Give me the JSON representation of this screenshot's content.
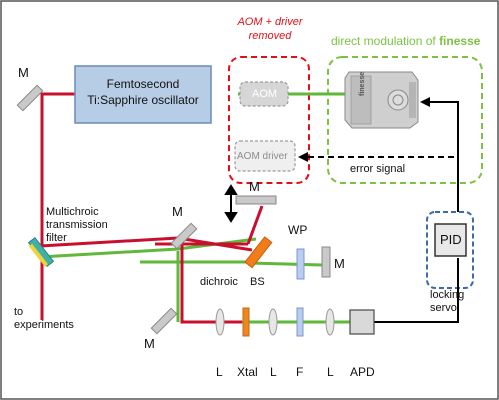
{
  "oscillator": {
    "line1": "Femtosecond",
    "line2": "Ti:Sapphire oscillator"
  },
  "removed_note": {
    "line1": "AOM + driver",
    "line2": "removed"
  },
  "direct_mod": {
    "prefix": "direct modulation of ",
    "brand": "finesse"
  },
  "aom": "AOM",
  "aom_driver": "AOM driver",
  "error_signal": "error signal",
  "pid": "PID",
  "locking_servo": {
    "line1": "locking",
    "line2": "servo"
  },
  "finesse_device_label": "finesse",
  "mirror_label": "M",
  "multichroic": {
    "line1": "Multichroic",
    "line2": "transmission",
    "line3": "filter"
  },
  "to_experiments": {
    "line1": "to",
    "line2": "experiments"
  },
  "dichroic": "dichroic",
  "bs": "BS",
  "wp": "WP",
  "lens_label": "L",
  "xtal": "Xtal",
  "filter": "F",
  "apd": "APD",
  "colors": {
    "red_beam": "#c8102e",
    "green_beam": "#5fb83a",
    "removed_red": "#e0101a",
    "direct_green": "#7cc242",
    "osc_fill": "#b7cde6",
    "pid_border": "#3d6aa8",
    "bs_orange": "#f07c1b",
    "xtal_orange": "#f0871e",
    "wp_blue": "#b9cdf0"
  }
}
